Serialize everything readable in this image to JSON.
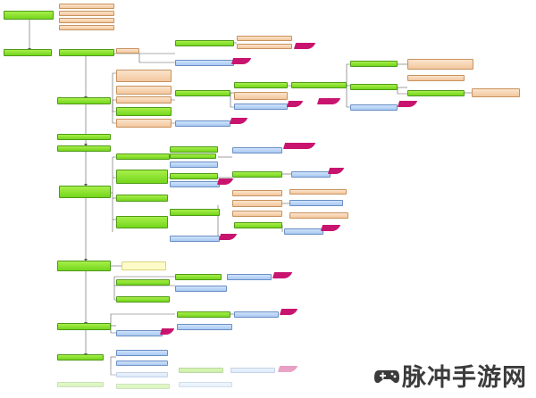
{
  "diagram": {
    "colors": {
      "green": "#86e02a",
      "blue": "#b8d4f6",
      "peach": "#f6d3b0",
      "yellow": "#fffbc8",
      "tag": "#c8146e",
      "line": "#5a5a5a",
      "note": "#e0302c"
    },
    "nodes": [
      {
        "id": "n1",
        "style": "green",
        "label": ""
      },
      {
        "id": "n2",
        "style": "peach",
        "label": ""
      },
      {
        "id": "n3",
        "style": "peach",
        "label": ""
      },
      {
        "id": "n4",
        "style": "peach",
        "label": ""
      },
      {
        "id": "n5",
        "style": "peach",
        "label": ""
      },
      {
        "id": "n6",
        "style": "green",
        "label": ""
      },
      {
        "id": "n7",
        "style": "green",
        "label": ""
      },
      {
        "id": "n8",
        "style": "peach",
        "label": ""
      },
      {
        "id": "n9",
        "style": "blue",
        "label": ""
      },
      {
        "id": "n10",
        "style": "green",
        "label": ""
      },
      {
        "id": "n11",
        "style": "peach",
        "label": ""
      },
      {
        "id": "n12",
        "style": "peach",
        "label": ""
      },
      {
        "id": "n13",
        "style": "peach",
        "label": ""
      },
      {
        "id": "n14",
        "style": "green",
        "label": ""
      },
      {
        "id": "n15",
        "style": "green",
        "label": ""
      },
      {
        "id": "n16",
        "style": "blue",
        "label": ""
      },
      {
        "id": "n17",
        "style": "green",
        "label": ""
      },
      {
        "id": "n18",
        "style": "green",
        "label": ""
      },
      {
        "id": "n19",
        "style": "blue",
        "label": ""
      },
      {
        "id": "n20",
        "style": "green",
        "label": ""
      },
      {
        "id": "n21",
        "style": "peach",
        "label": ""
      },
      {
        "id": "n22",
        "style": "peach",
        "label": ""
      },
      {
        "id": "n23",
        "style": "peach",
        "label": ""
      },
      {
        "id": "n24",
        "style": "green",
        "label": ""
      },
      {
        "id": "n25",
        "style": "peach",
        "label": ""
      },
      {
        "id": "n26",
        "style": "blue",
        "label": ""
      },
      {
        "id": "n27",
        "style": "green",
        "label": ""
      },
      {
        "id": "n28",
        "style": "green",
        "label": ""
      },
      {
        "id": "n29",
        "style": "green",
        "label": ""
      },
      {
        "id": "n30",
        "style": "peach",
        "label": ""
      },
      {
        "id": "n31",
        "style": "blue",
        "label": ""
      },
      {
        "id": "n32",
        "style": "green",
        "label": ""
      },
      {
        "id": "n33",
        "style": "peach",
        "label": ""
      },
      {
        "id": "n34",
        "style": "blue",
        "label": ""
      },
      {
        "id": "n35",
        "style": "blue",
        "label": ""
      },
      {
        "id": "n36",
        "style": "green",
        "label": ""
      },
      {
        "id": "n37",
        "style": "green",
        "label": ""
      },
      {
        "id": "n38",
        "style": "green",
        "label": ""
      },
      {
        "id": "n39",
        "style": "green",
        "label": ""
      },
      {
        "id": "n40",
        "style": "peach",
        "label": ""
      },
      {
        "id": "n41",
        "style": "blue",
        "label": ""
      },
      {
        "id": "n42",
        "style": "green",
        "label": ""
      },
      {
        "id": "n43",
        "style": "green",
        "label": ""
      },
      {
        "id": "n44",
        "style": "blue",
        "label": ""
      },
      {
        "id": "n45",
        "style": "green",
        "label": ""
      },
      {
        "id": "n46",
        "style": "peach",
        "label": ""
      },
      {
        "id": "n47",
        "style": "peach",
        "label": ""
      },
      {
        "id": "n48",
        "style": "peach",
        "label": ""
      },
      {
        "id": "n49",
        "style": "peach",
        "label": ""
      },
      {
        "id": "n50",
        "style": "green",
        "label": ""
      },
      {
        "id": "n51",
        "style": "blue",
        "label": ""
      },
      {
        "id": "n52",
        "style": "blue",
        "label": ""
      },
      {
        "id": "n53",
        "style": "green",
        "label": ""
      },
      {
        "id": "n54",
        "style": "yellow",
        "label": ""
      },
      {
        "id": "n55",
        "style": "green",
        "label": ""
      },
      {
        "id": "n56",
        "style": "blue",
        "label": ""
      },
      {
        "id": "n57",
        "style": "green",
        "label": ""
      },
      {
        "id": "n58",
        "style": "green",
        "label": ""
      },
      {
        "id": "n59",
        "style": "blue",
        "label": ""
      },
      {
        "id": "n60",
        "style": "green",
        "label": ""
      },
      {
        "id": "n61",
        "style": "green",
        "label": ""
      },
      {
        "id": "n62",
        "style": "blue",
        "label": ""
      },
      {
        "id": "n63",
        "style": "green",
        "label": ""
      },
      {
        "id": "n64",
        "style": "blue",
        "label": ""
      },
      {
        "id": "n65",
        "style": "blue",
        "label": ""
      },
      {
        "id": "n66",
        "style": "green",
        "label": ""
      },
      {
        "id": "n67",
        "style": "blue",
        "label": ""
      },
      {
        "id": "n68",
        "style": "blue",
        "label": ""
      },
      {
        "id": "n69",
        "style": "green",
        "label": ""
      },
      {
        "id": "n70",
        "style": "blue",
        "label": ""
      },
      {
        "id": "n71",
        "style": "green",
        "label": ""
      },
      {
        "id": "n72",
        "style": "blue",
        "label": ""
      }
    ]
  },
  "watermark": {
    "text": "脉冲手游网",
    "icon": "controller-logo-icon"
  }
}
